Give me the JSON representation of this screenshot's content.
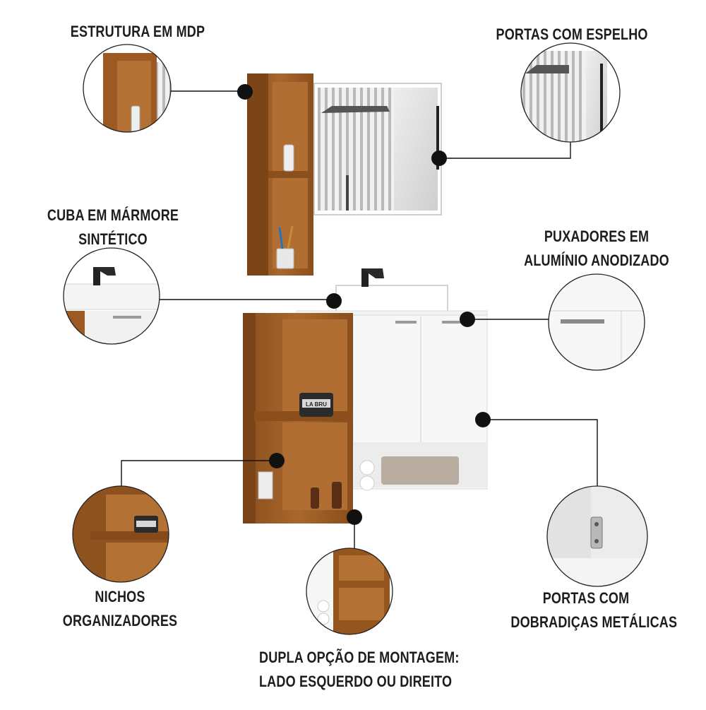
{
  "callouts": {
    "estrutura": {
      "lines": [
        "ESTRUTURA EM MDP"
      ]
    },
    "portas_espelho": {
      "lines": [
        "PORTAS COM ESPELHO"
      ]
    },
    "cuba": {
      "lines": [
        "CUBA EM MÁRMORE",
        "SINTÉTICO"
      ]
    },
    "puxadores": {
      "lines": [
        "PUXADORES EM",
        "ALUMÍNIO ANODIZADO"
      ]
    },
    "nichos": {
      "lines": [
        "NICHOS",
        "ORGANIZADORES"
      ]
    },
    "dobradicas": {
      "lines": [
        "PORTAS COM",
        "DOBRADIÇAS METÁLICAS"
      ]
    },
    "montagem": {
      "lines": [
        "DUPLA OPÇÃO DE MONTAGEM:",
        "LADO ESQUERDO OU DIREITO"
      ]
    }
  },
  "product_jar_label": "LA BRU",
  "colors": {
    "wood": "#9b5a24",
    "wood_dark": "#6f3c14",
    "white_panel": "#f6f6f6",
    "mirror": "#dcdcdc",
    "callout_dot": "#111111",
    "label_text": "#1d1d1d"
  }
}
